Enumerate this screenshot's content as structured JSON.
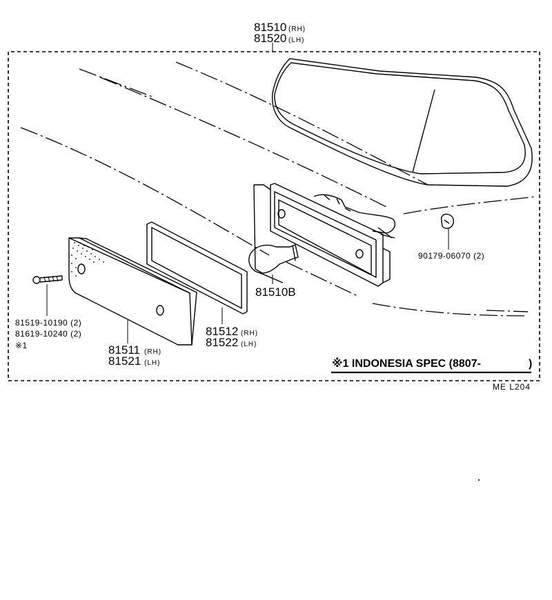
{
  "assembly": {
    "part_rh": "81510",
    "suffix_rh": "(RH)",
    "part_lh": "81520",
    "suffix_lh": "(LH)"
  },
  "callouts": {
    "grommet": "90179-06070 (2)",
    "bulb": "81510B",
    "gasket_rh": "81512",
    "gasket_rh_suffix": "(RH)",
    "gasket_lh": "81522",
    "gasket_lh_suffix": "(LH)",
    "lens_rh": "81511",
    "lens_rh_suffix": "(RH)",
    "lens_lh": "81521",
    "lens_lh_suffix": "(LH)",
    "screw_1": "81519-10190 (2)",
    "screw_2": "81619-10240 (2)",
    "screw_note_mark": "※1"
  },
  "spec_note": {
    "text": "※1 INDONESIA  SPEC (8807-",
    "close": ")"
  },
  "diagram_code": "ME  L204"
}
